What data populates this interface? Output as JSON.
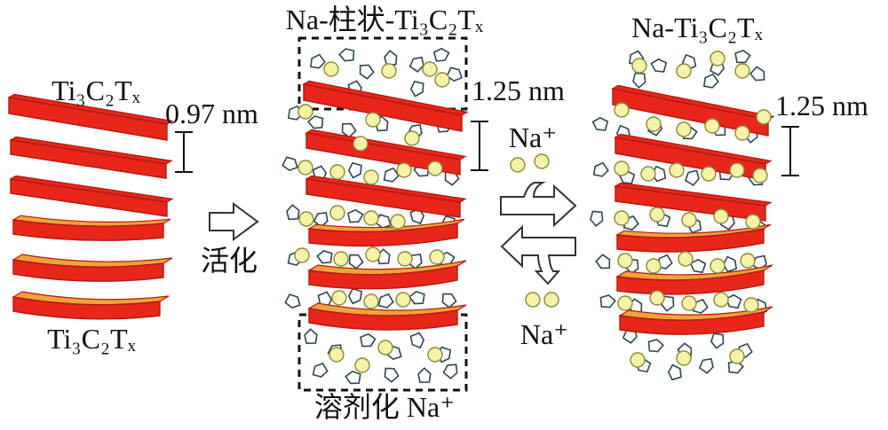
{
  "panels": {
    "left": {
      "label_top": "Ti₃C₂Tₓ",
      "label_bottom": "Ti₃C₂Tₓ",
      "spacing": "0.97 nm",
      "sheet_count": 6
    },
    "middle": {
      "label_top": "Na-柱状-Ti₃C₂Tₓ",
      "label_bottom": "溶剂化 Na⁺",
      "spacing": "1.25 nm",
      "sheet_count": 6
    },
    "right": {
      "label_top": "Na-Ti₃C₂Tₓ",
      "spacing": "1.25 nm",
      "sheet_count": 6
    }
  },
  "arrows": {
    "activation_label": "活化",
    "na_top": "Na⁺",
    "na_bottom": "Na⁺"
  },
  "colors": {
    "sheet_red": "#e8261a",
    "sheet_orange": "#f7a13a",
    "sheet_edge": "#b01a10",
    "sodium_fill": "#f6f2a8",
    "sodium_stroke": "#8a8a3a",
    "solvent_stroke": "#2d4650"
  }
}
